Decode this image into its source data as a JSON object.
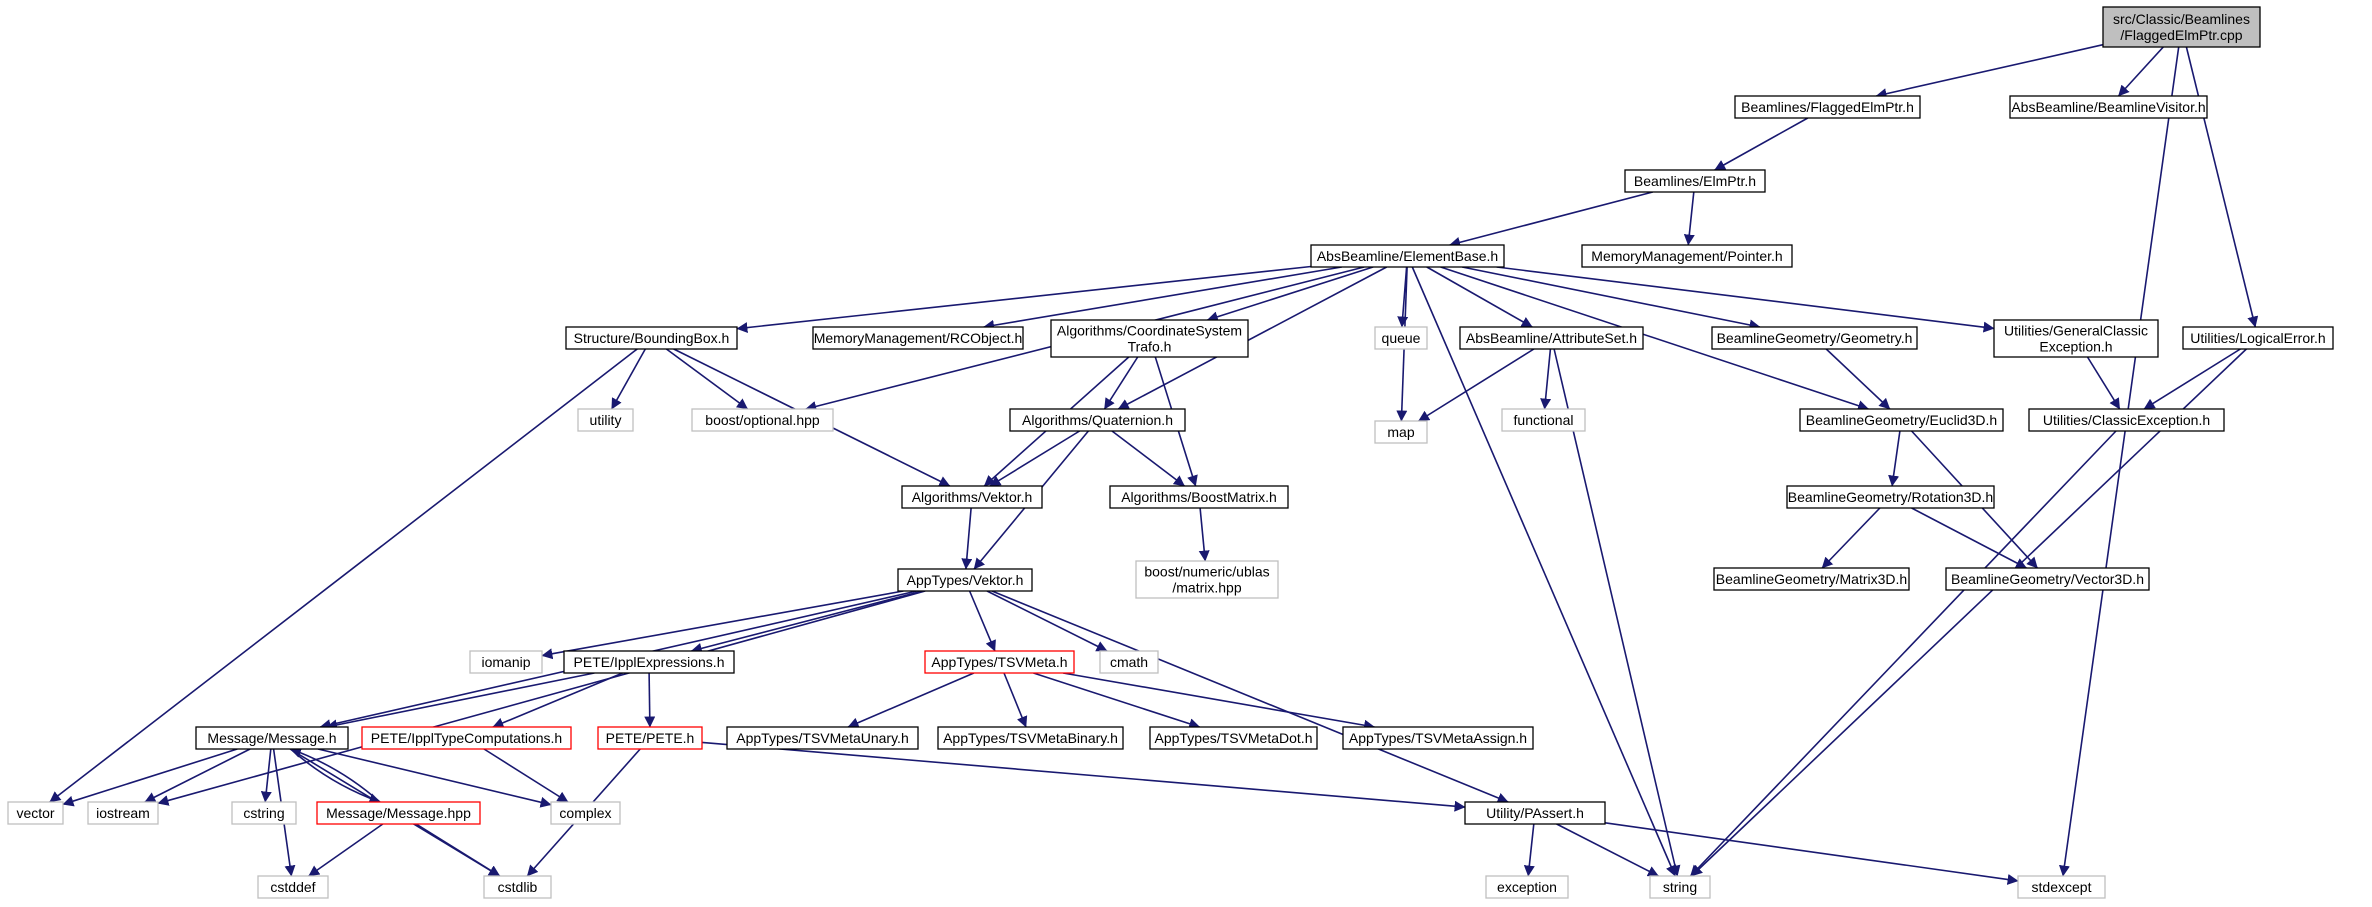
{
  "colors": {
    "edge": "#191970",
    "root_fill": "#bfbfbf",
    "node_border": "#000000",
    "external_border": "#bfbfbf",
    "red_border": "#ff0000",
    "text": "#000000"
  },
  "nodes": [
    {
      "id": "root",
      "lines": [
        "src/Classic/Beamlines",
        "/FlaggedElmPtr.cpp"
      ],
      "style": "root"
    },
    {
      "id": "flaggedelmptr_h",
      "lines": [
        "Beamlines/FlaggedElmPtr.h"
      ],
      "style": "normal"
    },
    {
      "id": "beamlinevisitor_h",
      "lines": [
        "AbsBeamline/BeamlineVisitor.h"
      ],
      "style": "normal"
    },
    {
      "id": "elmptr_h",
      "lines": [
        "Beamlines/ElmPtr.h"
      ],
      "style": "normal"
    },
    {
      "id": "pointer_h",
      "lines": [
        "MemoryManagement/Pointer.h"
      ],
      "style": "normal"
    },
    {
      "id": "elementbase_h",
      "lines": [
        "AbsBeamline/ElementBase.h"
      ],
      "style": "normal"
    },
    {
      "id": "boundingbox_h",
      "lines": [
        "Structure/BoundingBox.h"
      ],
      "style": "normal"
    },
    {
      "id": "rcobject_h",
      "lines": [
        "MemoryManagement/RCObject.h"
      ],
      "style": "normal"
    },
    {
      "id": "coordtrafo_h",
      "lines": [
        "Algorithms/CoordinateSystem",
        "Trafo.h"
      ],
      "style": "normal"
    },
    {
      "id": "queue",
      "lines": [
        "queue"
      ],
      "style": "external"
    },
    {
      "id": "attributeset_h",
      "lines": [
        "AbsBeamline/AttributeSet.h"
      ],
      "style": "normal"
    },
    {
      "id": "geometry_h",
      "lines": [
        "BeamlineGeometry/Geometry.h"
      ],
      "style": "normal"
    },
    {
      "id": "genclassicexc_h",
      "lines": [
        "Utilities/GeneralClassic",
        "Exception.h"
      ],
      "style": "normal"
    },
    {
      "id": "logicalerror_h",
      "lines": [
        "Utilities/LogicalError.h"
      ],
      "style": "normal"
    },
    {
      "id": "utility",
      "lines": [
        "utility"
      ],
      "style": "external"
    },
    {
      "id": "optional_hpp",
      "lines": [
        "boost/optional.hpp"
      ],
      "style": "external"
    },
    {
      "id": "quaternion_h",
      "lines": [
        "Algorithms/Quaternion.h"
      ],
      "style": "normal"
    },
    {
      "id": "map",
      "lines": [
        "map"
      ],
      "style": "external"
    },
    {
      "id": "functional",
      "lines": [
        "functional"
      ],
      "style": "external"
    },
    {
      "id": "euclid3d_h",
      "lines": [
        "BeamlineGeometry/Euclid3D.h"
      ],
      "style": "normal"
    },
    {
      "id": "classicexc_h",
      "lines": [
        "Utilities/ClassicException.h"
      ],
      "style": "normal"
    },
    {
      "id": "algvektor_h",
      "lines": [
        "Algorithms/Vektor.h"
      ],
      "style": "normal"
    },
    {
      "id": "boostmatrix_h",
      "lines": [
        "Algorithms/BoostMatrix.h"
      ],
      "style": "normal"
    },
    {
      "id": "rotation3d_h",
      "lines": [
        "BeamlineGeometry/Rotation3D.h"
      ],
      "style": "normal"
    },
    {
      "id": "ublas_matrix",
      "lines": [
        "boost/numeric/ublas",
        "/matrix.hpp"
      ],
      "style": "external"
    },
    {
      "id": "matrix3d_h",
      "lines": [
        "BeamlineGeometry/Matrix3D.h"
      ],
      "style": "normal"
    },
    {
      "id": "vector3d_h",
      "lines": [
        "BeamlineGeometry/Vector3D.h"
      ],
      "style": "normal"
    },
    {
      "id": "apptypes_vektor_h",
      "lines": [
        "AppTypes/Vektor.h"
      ],
      "style": "normal"
    },
    {
      "id": "iomanip",
      "lines": [
        "iomanip"
      ],
      "style": "external"
    },
    {
      "id": "ipplexpr_h",
      "lines": [
        "PETE/IpplExpressions.h"
      ],
      "style": "normal"
    },
    {
      "id": "tsvmeta_h",
      "lines": [
        "AppTypes/TSVMeta.h"
      ],
      "style": "red"
    },
    {
      "id": "cmath",
      "lines": [
        "cmath"
      ],
      "style": "external"
    },
    {
      "id": "message_h",
      "lines": [
        "Message/Message.h"
      ],
      "style": "normal"
    },
    {
      "id": "ippltypecomp_h",
      "lines": [
        "PETE/IpplTypeComputations.h"
      ],
      "style": "red"
    },
    {
      "id": "pete_h",
      "lines": [
        "PETE/PETE.h"
      ],
      "style": "red"
    },
    {
      "id": "tsvunary_h",
      "lines": [
        "AppTypes/TSVMetaUnary.h"
      ],
      "style": "normal"
    },
    {
      "id": "tsvbinary_h",
      "lines": [
        "AppTypes/TSVMetaBinary.h"
      ],
      "style": "normal"
    },
    {
      "id": "tsvdot_h",
      "lines": [
        "AppTypes/TSVMetaDot.h"
      ],
      "style": "normal"
    },
    {
      "id": "tsvassign_h",
      "lines": [
        "AppTypes/TSVMetaAssign.h"
      ],
      "style": "normal"
    },
    {
      "id": "vector",
      "lines": [
        "vector"
      ],
      "style": "external"
    },
    {
      "id": "iostream",
      "lines": [
        "iostream"
      ],
      "style": "external"
    },
    {
      "id": "cstring",
      "lines": [
        "cstring"
      ],
      "style": "external"
    },
    {
      "id": "message_hpp",
      "lines": [
        "Message/Message.hpp"
      ],
      "style": "red"
    },
    {
      "id": "complex",
      "lines": [
        "complex"
      ],
      "style": "external"
    },
    {
      "id": "passert_h",
      "lines": [
        "Utility/PAssert.h"
      ],
      "style": "normal"
    },
    {
      "id": "cstddef",
      "lines": [
        "cstddef"
      ],
      "style": "external"
    },
    {
      "id": "cstdlib",
      "lines": [
        "cstdlib"
      ],
      "style": "external"
    },
    {
      "id": "exception",
      "lines": [
        "exception"
      ],
      "style": "external"
    },
    {
      "id": "string",
      "lines": [
        "string"
      ],
      "style": "external"
    },
    {
      "id": "stdexcept",
      "lines": [
        "stdexcept"
      ],
      "style": "external"
    }
  ],
  "edges": [
    [
      "root",
      "flaggedelmptr_h"
    ],
    [
      "root",
      "beamlinevisitor_h"
    ],
    [
      "root",
      "logicalerror_h"
    ],
    [
      "root",
      "stdexcept"
    ],
    [
      "flaggedelmptr_h",
      "elmptr_h"
    ],
    [
      "elmptr_h",
      "elementbase_h"
    ],
    [
      "elmptr_h",
      "pointer_h"
    ],
    [
      "elementbase_h",
      "boundingbox_h"
    ],
    [
      "elementbase_h",
      "optional_hpp"
    ],
    [
      "elementbase_h",
      "rcobject_h"
    ],
    [
      "elementbase_h",
      "coordtrafo_h"
    ],
    [
      "elementbase_h",
      "quaternion_h"
    ],
    [
      "elementbase_h",
      "map"
    ],
    [
      "elementbase_h",
      "queue"
    ],
    [
      "elementbase_h",
      "attributeset_h"
    ],
    [
      "elementbase_h",
      "string"
    ],
    [
      "elementbase_h",
      "geometry_h"
    ],
    [
      "elementbase_h",
      "euclid3d_h"
    ],
    [
      "elementbase_h",
      "genclassicexc_h"
    ],
    [
      "boundingbox_h",
      "vector"
    ],
    [
      "boundingbox_h",
      "utility"
    ],
    [
      "boundingbox_h",
      "optional_hpp"
    ],
    [
      "boundingbox_h",
      "algvektor_h"
    ],
    [
      "coordtrafo_h",
      "algvektor_h"
    ],
    [
      "coordtrafo_h",
      "quaternion_h"
    ],
    [
      "coordtrafo_h",
      "boostmatrix_h"
    ],
    [
      "quaternion_h",
      "algvektor_h"
    ],
    [
      "quaternion_h",
      "boostmatrix_h"
    ],
    [
      "quaternion_h",
      "apptypes_vektor_h"
    ],
    [
      "attributeset_h",
      "map"
    ],
    [
      "attributeset_h",
      "functional"
    ],
    [
      "attributeset_h",
      "string"
    ],
    [
      "geometry_h",
      "euclid3d_h"
    ],
    [
      "genclassicexc_h",
      "classicexc_h"
    ],
    [
      "logicalerror_h",
      "classicexc_h"
    ],
    [
      "logicalerror_h",
      "string"
    ],
    [
      "classicexc_h",
      "string"
    ],
    [
      "euclid3d_h",
      "rotation3d_h"
    ],
    [
      "euclid3d_h",
      "vector3d_h"
    ],
    [
      "rotation3d_h",
      "matrix3d_h"
    ],
    [
      "rotation3d_h",
      "vector3d_h"
    ],
    [
      "algvektor_h",
      "apptypes_vektor_h"
    ],
    [
      "boostmatrix_h",
      "ublas_matrix"
    ],
    [
      "apptypes_vektor_h",
      "iostream"
    ],
    [
      "apptypes_vektor_h",
      "message_h"
    ],
    [
      "apptypes_vektor_h",
      "iomanip"
    ],
    [
      "apptypes_vektor_h",
      "ipplexpr_h"
    ],
    [
      "apptypes_vektor_h",
      "tsvmeta_h"
    ],
    [
      "apptypes_vektor_h",
      "cmath"
    ],
    [
      "apptypes_vektor_h",
      "passert_h"
    ],
    [
      "ipplexpr_h",
      "message_h"
    ],
    [
      "ipplexpr_h",
      "ippltypecomp_h"
    ],
    [
      "ipplexpr_h",
      "pete_h"
    ],
    [
      "tsvmeta_h",
      "tsvunary_h"
    ],
    [
      "tsvmeta_h",
      "tsvbinary_h"
    ],
    [
      "tsvmeta_h",
      "tsvdot_h"
    ],
    [
      "tsvmeta_h",
      "tsvassign_h"
    ],
    [
      "message_h",
      "vector"
    ],
    [
      "message_h",
      "iostream"
    ],
    [
      "message_h",
      "cstddef"
    ],
    [
      "message_h",
      "cstring"
    ],
    [
      "message_h",
      "message_hpp"
    ],
    [
      "message_h",
      "complex"
    ],
    [
      "message_h",
      "cstdlib"
    ],
    [
      "message_hpp",
      "message_h"
    ],
    [
      "message_hpp",
      "cstddef"
    ],
    [
      "message_hpp",
      "cstdlib"
    ],
    [
      "ippltypecomp_h",
      "complex"
    ],
    [
      "pete_h",
      "cstdlib"
    ],
    [
      "pete_h",
      "passert_h"
    ],
    [
      "passert_h",
      "exception"
    ],
    [
      "passert_h",
      "string"
    ],
    [
      "passert_h",
      "stdexcept"
    ]
  ]
}
